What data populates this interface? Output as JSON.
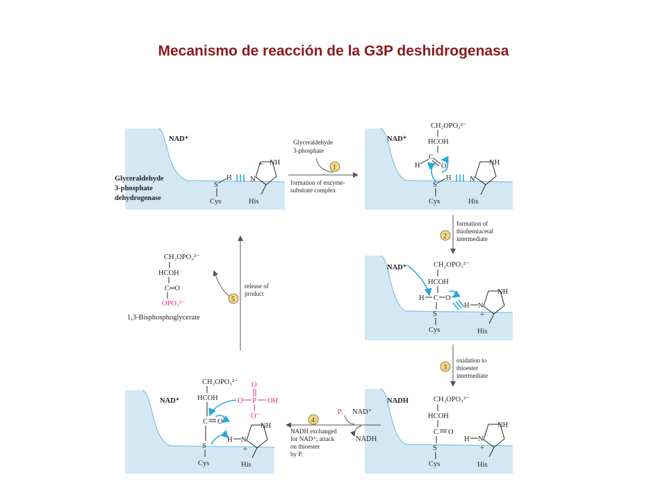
{
  "title": "Mecanismo de reacción de la G3P deshidrogenasa",
  "enzyme_label": [
    "Glyceraldehyde",
    "3-phosphate",
    "dehydrogenase"
  ],
  "common": {
    "nad_plus": "NAD⁺",
    "nadh": "NADH",
    "cys": "Cys",
    "his": "His",
    "s": "S",
    "h": "H",
    "n": "N",
    "nh": "NH",
    "c": "C",
    "o": "O",
    "o_minus": "O⁻",
    "ch2opo3": "CH₂OPO₃²⁻",
    "hcoh": "HCOH",
    "plus": "+",
    "pi": "Pᵢ"
  },
  "substrate": [
    "Glyceraldehyde",
    "3-phosphate"
  ],
  "product": {
    "name": "1,3-Bisphosphoglycerate",
    "c_o": "C═O",
    "opo3": "OPO₃²⁻"
  },
  "acyl_phosphate": {
    "o_link": "O",
    "p": "P",
    "oh": "OH",
    "o_top": "O",
    "o_bottom": "O⁻"
  },
  "steps": [
    {
      "number": "1",
      "lines": [
        "formation of enzyme-",
        "substrate complex"
      ]
    },
    {
      "number": "2",
      "lines": [
        "formation of",
        "thiohemiacetal",
        "intermediate"
      ]
    },
    {
      "number": "3",
      "lines": [
        "oxidation to",
        "thioester",
        "intermediate"
      ]
    },
    {
      "number": "4",
      "lines": [
        "NADH exchanged",
        "for NAD⁺; attack",
        "on thioester",
        "by Pᵢ"
      ]
    },
    {
      "number": "5",
      "lines": [
        "release of",
        "product"
      ]
    }
  ],
  "colors": {
    "title": "#8b1a1a",
    "enzyme_surface": "#d4e8f4",
    "arrow_cyan": "#29a8d6",
    "phosphate_magenta": "#e0218a",
    "step_badge": "#f2d98a"
  }
}
